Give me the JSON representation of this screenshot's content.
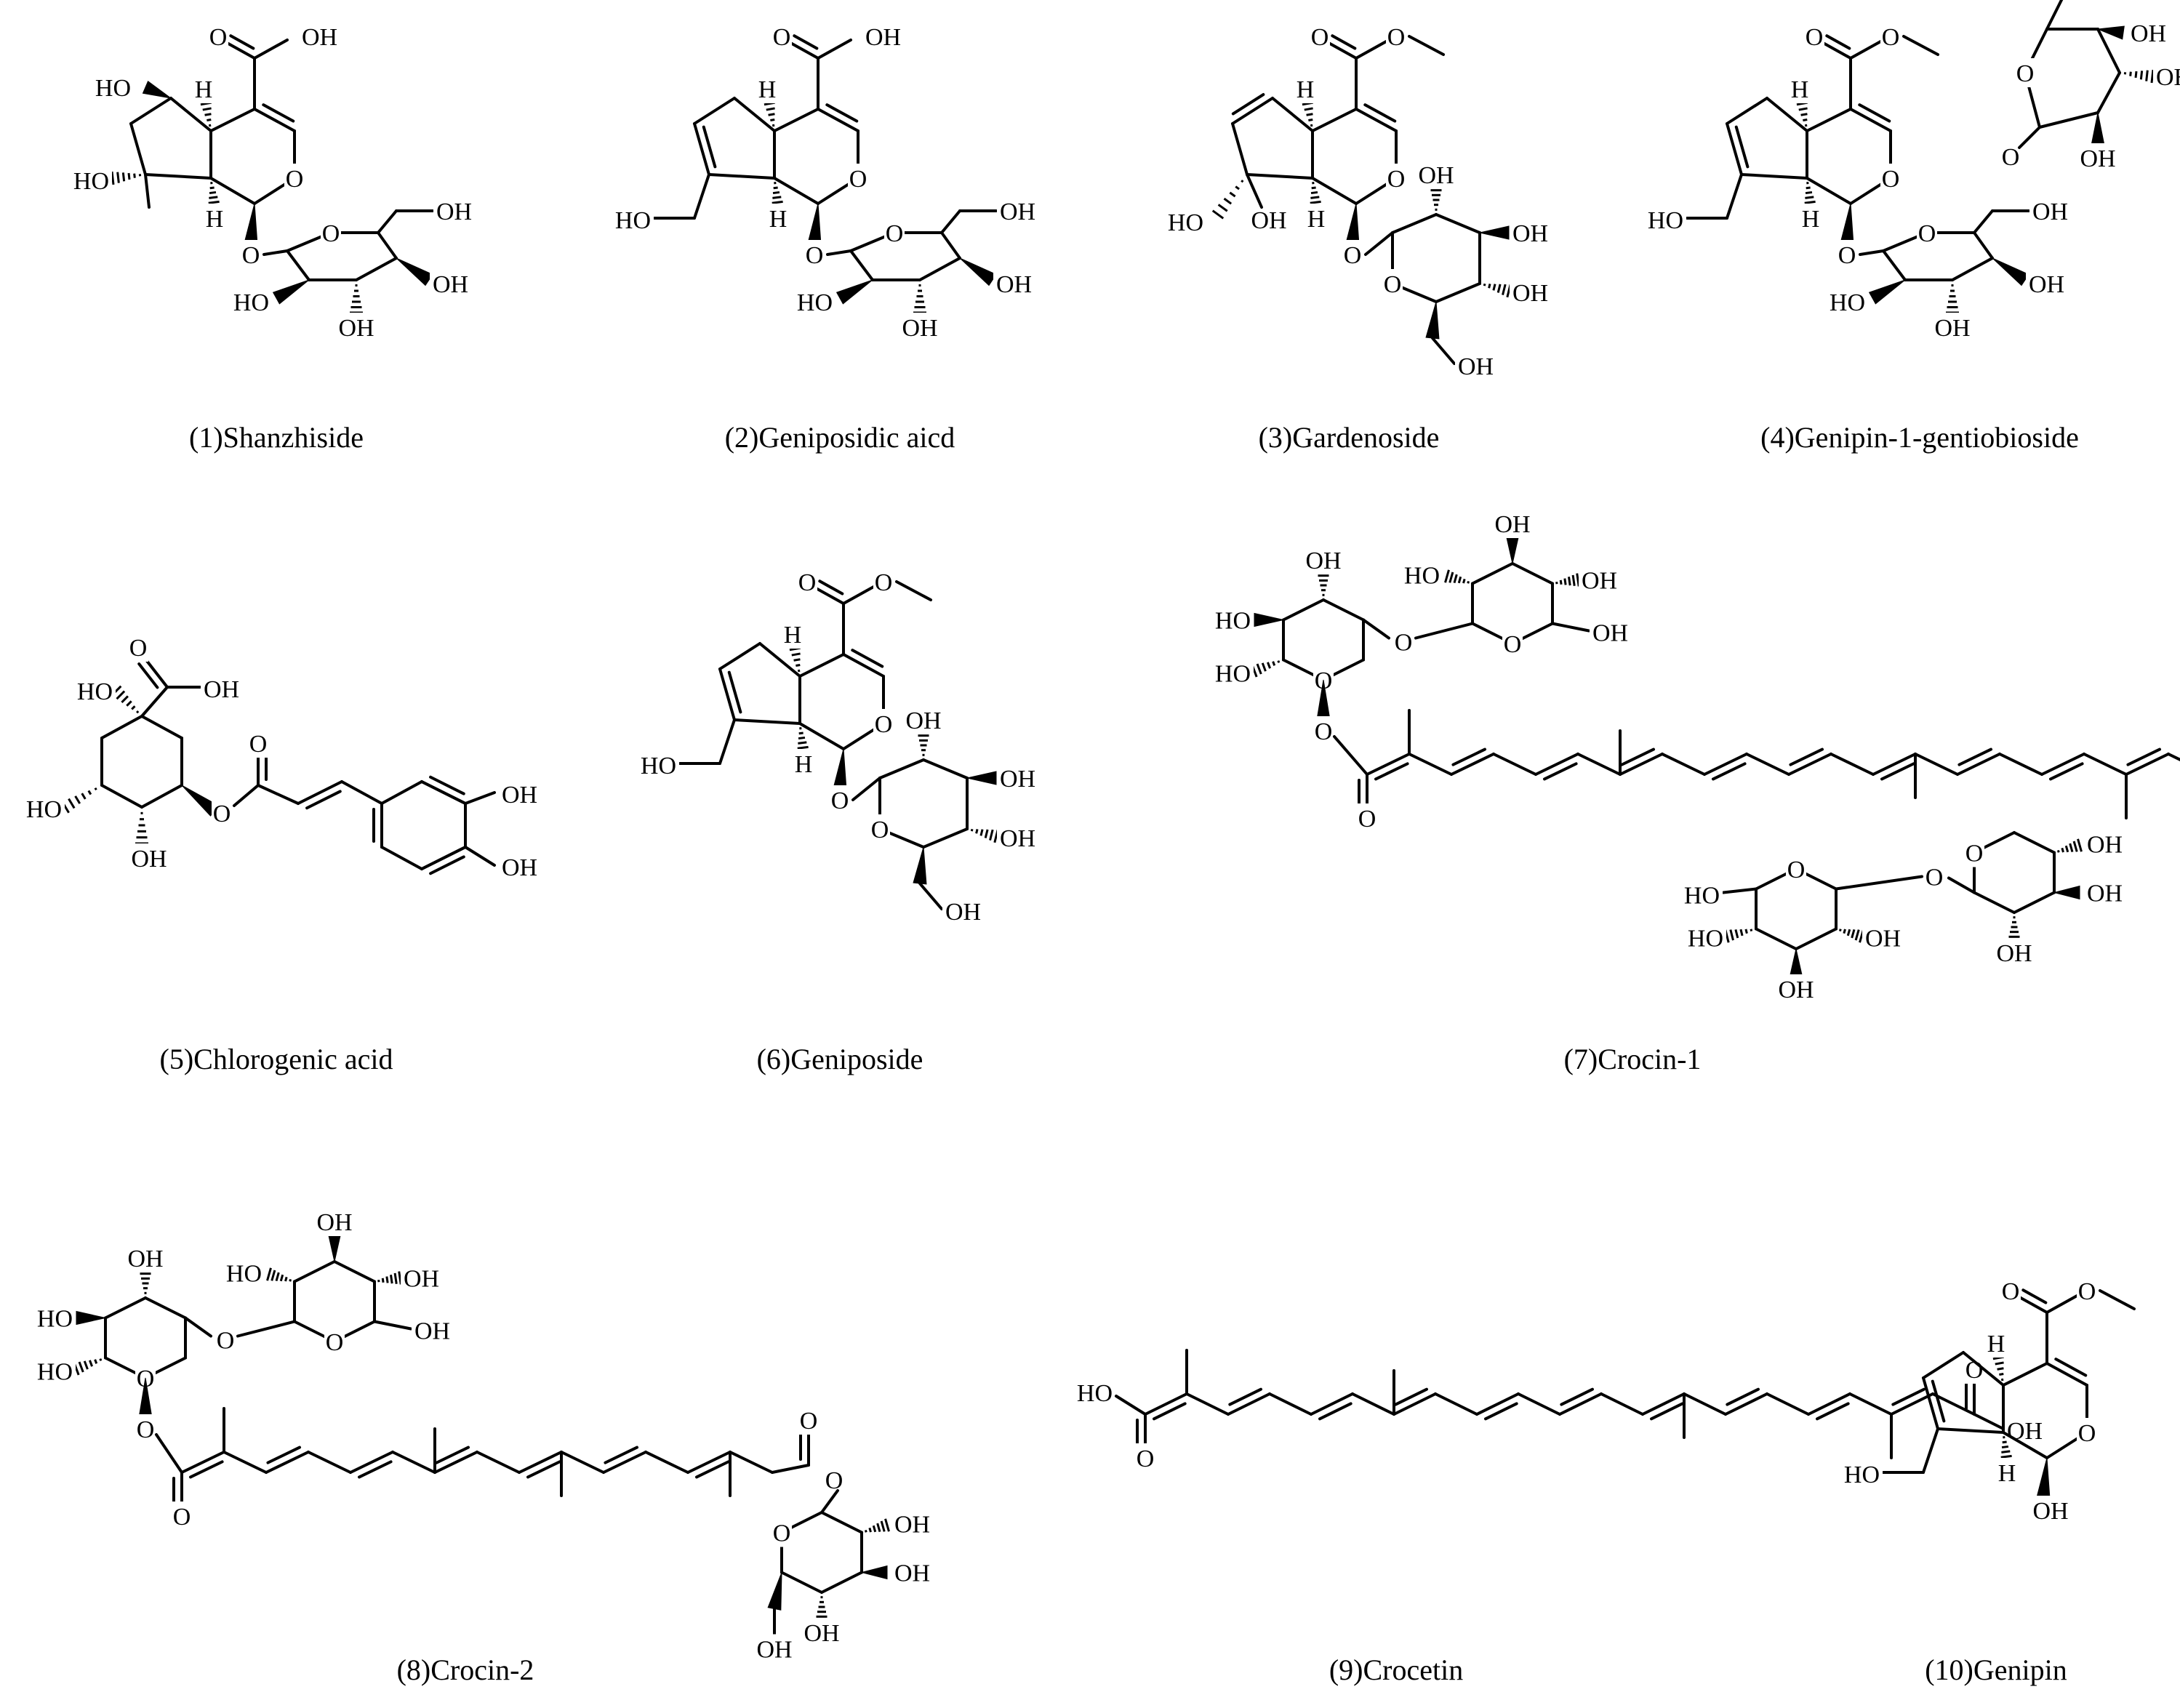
{
  "figure": {
    "compounds": [
      {
        "id": "c1",
        "caption": "(1)Shanzhiside"
      },
      {
        "id": "c2",
        "caption": "(2)Geniposidic aicd"
      },
      {
        "id": "c3",
        "caption": "(3)Gardenoside"
      },
      {
        "id": "c4",
        "caption": "(4)Genipin-1-gentiobioside"
      },
      {
        "id": "c5",
        "caption": "(5)Chlorogenic acid"
      },
      {
        "id": "c6",
        "caption": "(6)Geniposide"
      },
      {
        "id": "c7",
        "caption": "(7)Crocin-1"
      },
      {
        "id": "c8",
        "caption": "(8)Crocin-2"
      },
      {
        "id": "c9",
        "caption": "(9)Crocetin"
      },
      {
        "id": "c10",
        "caption": "(10)Genipin"
      }
    ],
    "atom_labels": {
      "oh": "OH",
      "ho": "HO",
      "o": "O",
      "h": "H",
      "cooh": "OH"
    }
  }
}
